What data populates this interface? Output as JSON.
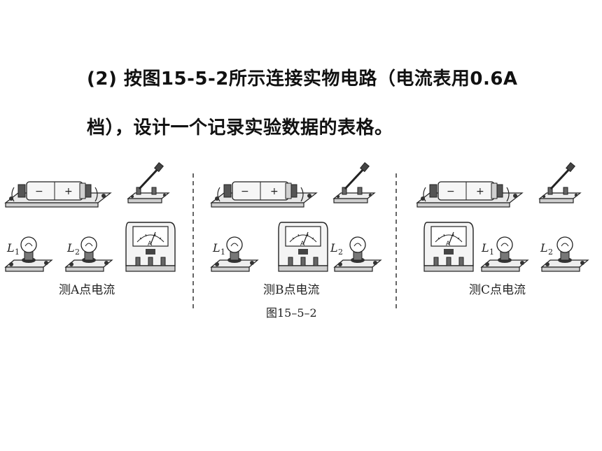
{
  "question": {
    "line1": "(2) 按图15-5-2所示连接实物电路（电流表用0.6A",
    "line2": "档），设计一个记录实验数据的表格。"
  },
  "figure": {
    "panels": [
      {
        "caption": "测A点电流",
        "lamp1": "L",
        "lamp1_sub": "1",
        "lamp2": "L",
        "lamp2_sub": "2"
      },
      {
        "caption": "测B点电流",
        "lamp1": "L",
        "lamp1_sub": "1",
        "lamp2": "L",
        "lamp2_sub": "2"
      },
      {
        "caption": "测C点电流",
        "lamp1": "L",
        "lamp1_sub": "1",
        "lamp2": "L",
        "lamp2_sub": "2"
      }
    ],
    "label": "图15–5–2",
    "battery_minus": "−",
    "battery_plus": "+",
    "meter_symbol": "A"
  }
}
